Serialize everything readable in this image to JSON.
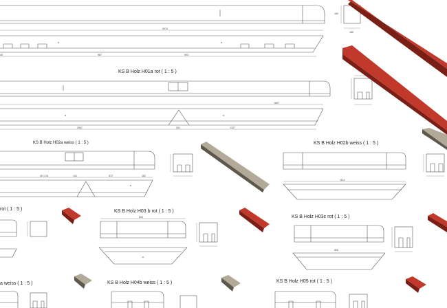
{
  "colors": {
    "line": "#555555",
    "red": "#c0392b",
    "red_dark": "#7a1f16",
    "grey": "#b3a998",
    "grey_dark": "#5e574c"
  },
  "labels": {
    "h01a": "KS B Holz H01a rot  ( 1 : 5 )",
    "h02a": "KS B Holz H02a weiss  ( 1 : 5 )",
    "h02b": "KS B Holz H02b weiss  ( 1 : 5 )",
    "h03_left": "rot  ( 1 : 5 )",
    "h03b": "KS B Holz H03 b rot  ( 1 : 5 )",
    "h03c": "KS B Holz H03c rot  ( 1 : 5 )",
    "h04_left": "a weiss  ( 1 : 5 )",
    "h04b": "KS B Holz H04b weiss  ( 1 : 5 )",
    "h05": "KS B Holz H05 rot  ( 1 : 5 )"
  },
  "dims": {
    "top_len": "3074",
    "top_mid": "987",
    "top_mid2": "903",
    "h01a_total": "1697",
    "h01a_left": "2567",
    "h01a_mid": "261",
    "h01a_right": "1327",
    "h02a_a": "40 1 34",
    "h02a_b": "141",
    "h02a_c": "572",
    "h02a_d": "182",
    "h02b_len": "1114",
    "h03b_len": "804",
    "h03c_len": "806",
    "sec_w": "180",
    "sec_h": "160",
    "small": "40"
  }
}
